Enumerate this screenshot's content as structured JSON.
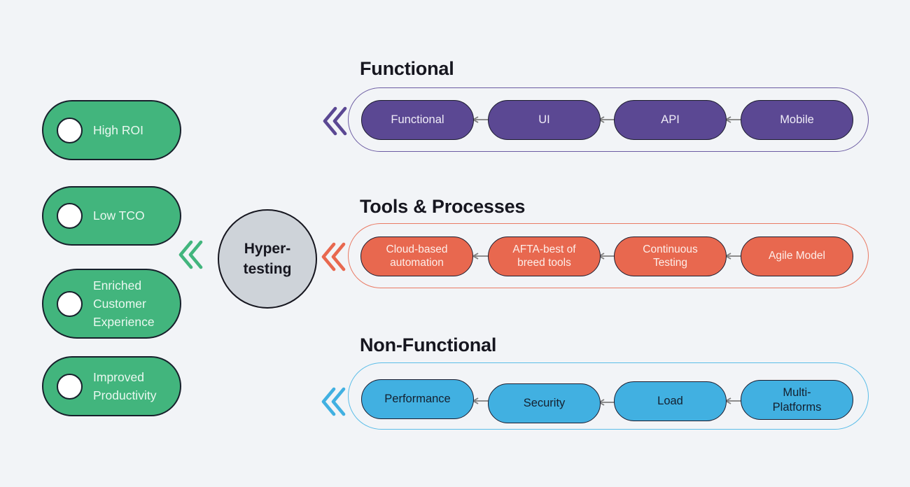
{
  "benefits": {
    "items": [
      {
        "label": "High ROI"
      },
      {
        "label": "Low TCO"
      },
      {
        "label": "Enriched Customer Experience"
      },
      {
        "label": "Improved Productivity"
      }
    ]
  },
  "hub": {
    "line1": "Hyper-",
    "line2": "testing"
  },
  "sections": [
    {
      "title": "Functional",
      "accent": "#5b4893",
      "items": [
        {
          "label": "Functional"
        },
        {
          "label": "UI"
        },
        {
          "label": "API"
        },
        {
          "label": "Mobile"
        }
      ]
    },
    {
      "title": "Tools & Processes",
      "accent": "#e8684f",
      "items": [
        {
          "label": "Cloud-based automation"
        },
        {
          "label": "AFTA-best of breed tools"
        },
        {
          "label": "Continuous Testing"
        },
        {
          "label": "Agile Model"
        }
      ]
    },
    {
      "title": "Non-Functional",
      "accent": "#41b0e1",
      "items": [
        {
          "label": "Performance"
        },
        {
          "label": "Security"
        },
        {
          "label": "Load"
        },
        {
          "label": "Multi-Platforms"
        }
      ]
    }
  ],
  "colors": {
    "background": "#f2f4f7",
    "benefit_green": "#42b57d",
    "functional_purple": "#5b4893",
    "tools_orange": "#e8684f",
    "nonfunctional_blue": "#41b0e1",
    "hub_gray": "#ced3d9",
    "arrow_gray": "#7d7d7d",
    "node_border": "#1c1c2e",
    "heading_text": "#16161f"
  }
}
